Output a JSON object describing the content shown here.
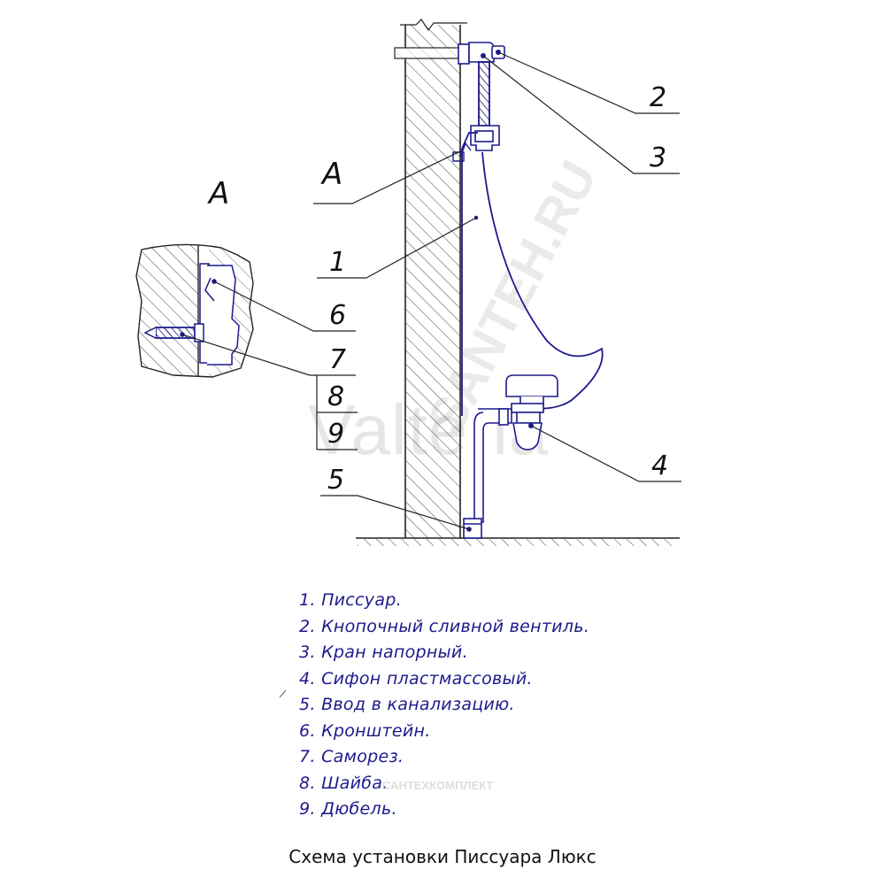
{
  "section_label": "A",
  "callouts": [
    "1",
    "2",
    "3",
    "4",
    "5",
    "6",
    "7",
    "8",
    "9"
  ],
  "legend": [
    "1. Писсуар.",
    "2. Кнопочный сливной вентиль.",
    "3. Кран напорный.",
    "4. Сифон пластмассовый.",
    "5. Ввод в канализацию.",
    "6. Кронштейн.",
    "7. Саморез.",
    "8. Шайба.",
    "9. Дюбель."
  ],
  "caption": "Схема установки Писсуара Люкс",
  "watermarks": {
    "main": "Valtena",
    "diagonal": "SANTEH.RU",
    "small": "САНТЕХКОМПЛЕКТ"
  },
  "colors": {
    "drawing": "#1d1a8c",
    "leader": "#222222",
    "hatch": "#555555"
  }
}
